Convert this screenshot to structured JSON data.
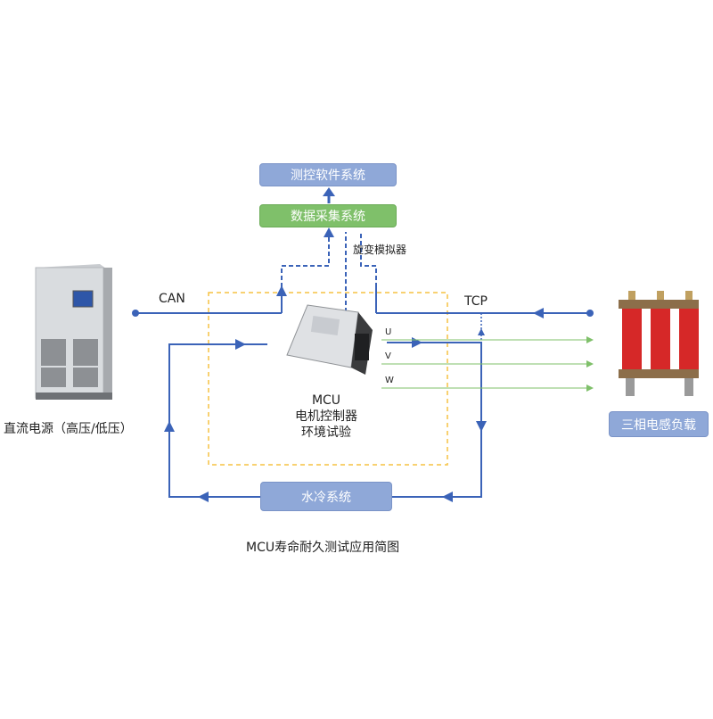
{
  "boxes": {
    "test_software": "测控软件系统",
    "data_acquisition": "数据采集系统",
    "water_cooling": "水冷系统",
    "inductive_load": "三相电感负载"
  },
  "labels": {
    "resolver": "旋变模拟器",
    "can": "CAN",
    "tcp": "TCP",
    "u": "U",
    "v": "V",
    "w": "W",
    "mcu_line1": "MCU",
    "mcu_line2": "电机控制器",
    "mcu_line3": "环境试验",
    "dc_power": "直流电源（高压/低压）",
    "caption": "MCU寿命耐久测试应用简图"
  },
  "colors": {
    "line_blue": "#3b63b8",
    "dashed_yellow": "#f5c242",
    "green_line": "#7fc06a",
    "box_blue": "#8fa8d8",
    "box_green": "#7fc06a",
    "inductor_red": "#d62828"
  }
}
